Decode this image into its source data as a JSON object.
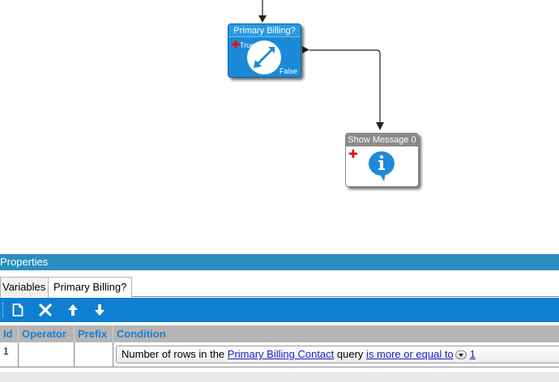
{
  "canvas": {
    "decision_node": {
      "title": "Primary Billing?",
      "true_label": "True",
      "false_label": "False"
    },
    "message_node": {
      "title": "Show Message 0"
    }
  },
  "properties": {
    "header": "Properties",
    "tabs": [
      {
        "label": "Variables"
      },
      {
        "label": "Primary Billing?"
      }
    ],
    "toolbar": {
      "buttons": [
        "new-document-icon",
        "delete-icon",
        "move-up-icon",
        "move-down-icon"
      ]
    },
    "grid": {
      "columns": [
        "Id",
        "Operator",
        "Prefix",
        "Condition"
      ],
      "rows": [
        {
          "id": "1",
          "operator": "",
          "prefix": "",
          "condition": {
            "prefix_text": "Number of rows in the ",
            "query_link": "Primary Billing Contact",
            "middle_text": " query ",
            "operator_link": "is more or equal to",
            "value_link": "1"
          }
        }
      ]
    }
  },
  "colors": {
    "accent": "#1c8ad8",
    "header_bar": "#2a8dc0",
    "toolbar": "#0f7fd1",
    "link": "#1a22c8",
    "column_header_text": "#1c7fd0"
  }
}
